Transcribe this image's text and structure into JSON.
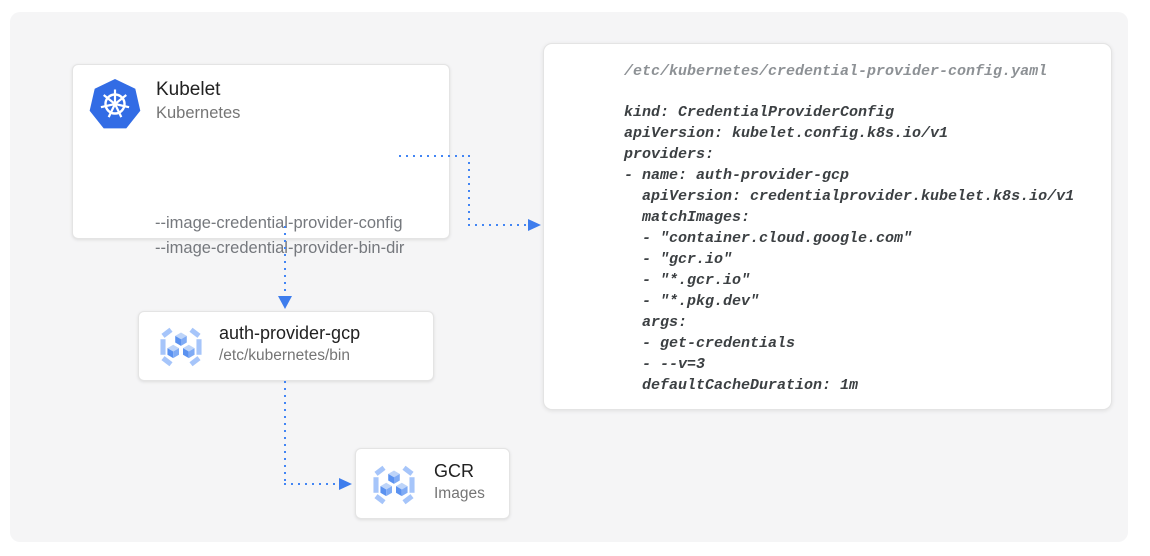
{
  "palette": {
    "panel_bg": "#f5f5f6",
    "card_bg": "#ffffff",
    "card_border": "#e4e4e4",
    "arrow_dot": "#4285f4",
    "arrow_head": "#3e7ded",
    "k8s_blue": "#326ce5",
    "bracket_blue": "#a6c5fa",
    "cube_top": "#bdd4f9",
    "cube_left": "#5b92f0",
    "cube_right": "#7fabf5",
    "title_text": "#212121",
    "muted_text": "#757575",
    "flag_text": "#75787d",
    "code_text": "#3c4043",
    "code_path_text": "#8d9195"
  },
  "nodes": {
    "kubelet": {
      "title": "Kubelet",
      "subtitle": "Kubernetes",
      "icon": "kubernetes-helm-logo",
      "flags": [
        "--image-credential-provider-config",
        "--image-credential-provider-bin-dir"
      ]
    },
    "auth_provider": {
      "title": "auth-provider-gcp",
      "subtitle": "/etc/kubernetes/bin",
      "icon": "container-registry-cubes"
    },
    "gcr": {
      "title": "GCR",
      "subtitle": "Images",
      "icon": "container-registry-cubes"
    }
  },
  "code_panel": {
    "file_path": "/etc/kubernetes/credential-provider-config.yaml",
    "lines": [
      "kind: CredentialProviderConfig",
      "apiVersion: kubelet.config.k8s.io/v1",
      "providers:",
      "- name: auth-provider-gcp",
      "  apiVersion: credentialprovider.kubelet.k8s.io/v1",
      "  matchImages:",
      "  - \"container.cloud.google.com\"",
      "  - \"gcr.io\"",
      "  - \"*.gcr.io\"",
      "  - \"*.pkg.dev\"",
      "  args:",
      "  - get-credentials",
      "  - --v=3",
      "  defaultCacheDuration: 1m"
    ]
  },
  "edges": [
    {
      "from": "kubelet.--image-credential-provider-config",
      "to": "credential-provider-config.yaml",
      "style": "dotted-blue"
    },
    {
      "from": "kubelet",
      "to": "auth-provider-gcp",
      "style": "dotted-blue"
    },
    {
      "from": "auth-provider-gcp",
      "to": "gcr-images",
      "style": "dotted-blue"
    }
  ]
}
